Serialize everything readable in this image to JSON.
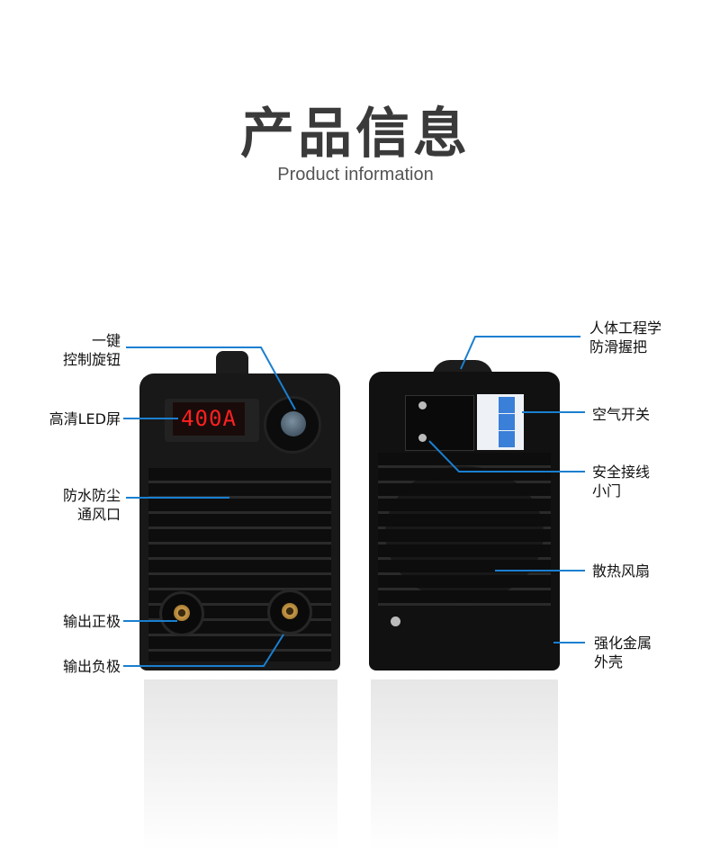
{
  "header": {
    "title": "产品信息",
    "subtitle": "Product information"
  },
  "display": {
    "reading": "400A"
  },
  "left_labels": [
    {
      "line1": "一键",
      "line2": "控制旋钮"
    },
    {
      "line1": "高清LED屏"
    },
    {
      "line1": "防水防尘",
      "line2": "通风口"
    },
    {
      "line1": "输出正极"
    },
    {
      "line1": "输出负极"
    }
  ],
  "right_labels": [
    {
      "line1": "人体工程学",
      "line2": "防滑握把"
    },
    {
      "line1": "空气开关"
    },
    {
      "line1": "安全接线",
      "line2": "小门"
    },
    {
      "line1": "散热风扇"
    },
    {
      "line1": "强化金属",
      "line2": "外壳"
    }
  ],
  "colors": {
    "callout": "#1a7fd0",
    "display_text": "#ff2020"
  }
}
